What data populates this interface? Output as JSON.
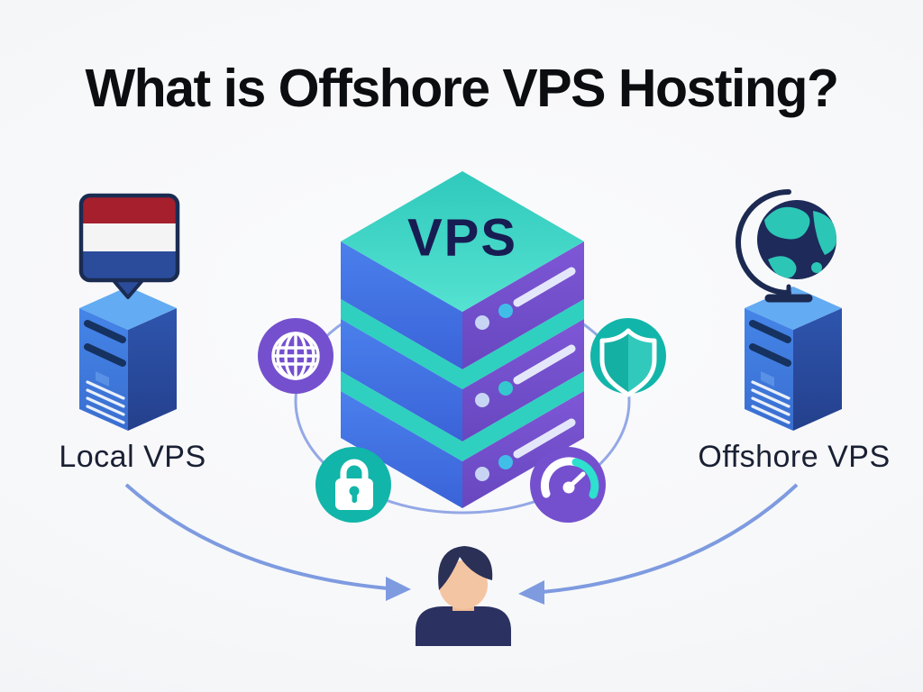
{
  "title": "What is Offshore VPS Hosting?",
  "diagram": {
    "center_server": {
      "label": "VPS",
      "description": "isometric stack of three server layers",
      "feature_icons": [
        {
          "name": "globe-network-icon",
          "circle_color": "#7450ce"
        },
        {
          "name": "shield-icon",
          "circle_color": "#12b5a9"
        },
        {
          "name": "padlock-icon",
          "circle_color": "#12b5a9"
        },
        {
          "name": "speedometer-icon",
          "circle_color": "#7450ce"
        }
      ]
    },
    "left_option": {
      "label": "Local VPS",
      "marker": "netherlands-flag"
    },
    "right_option": {
      "label": "Offshore VPS",
      "marker": "desk-globe"
    },
    "user": {
      "icon": "person-avatar"
    }
  },
  "colors": {
    "background": "#f6f7f9",
    "stack_top_teal": "#35d3c2",
    "stack_left_blue": "#3d6fe3",
    "stack_right_purple": "#6b51c8",
    "stack_chevron_teal": "#2fd0c0",
    "tower_top_blue": "#63abf2",
    "tower_front_blue": "#3e7cde",
    "tower_side_navy": "#2a4da0",
    "flag_red": "#a51f2d",
    "flag_white": "#f5f4f5",
    "flag_blue": "#2b4c9b",
    "flag_border_navy": "#1a2c52",
    "icon_teal": "#12b5a9",
    "icon_purple": "#7450ce",
    "connector_blue": "#93a8e6",
    "arrow_blue": "#7e9be0",
    "text_dark": "#1a2033",
    "vps_text_navy": "#171c52"
  }
}
